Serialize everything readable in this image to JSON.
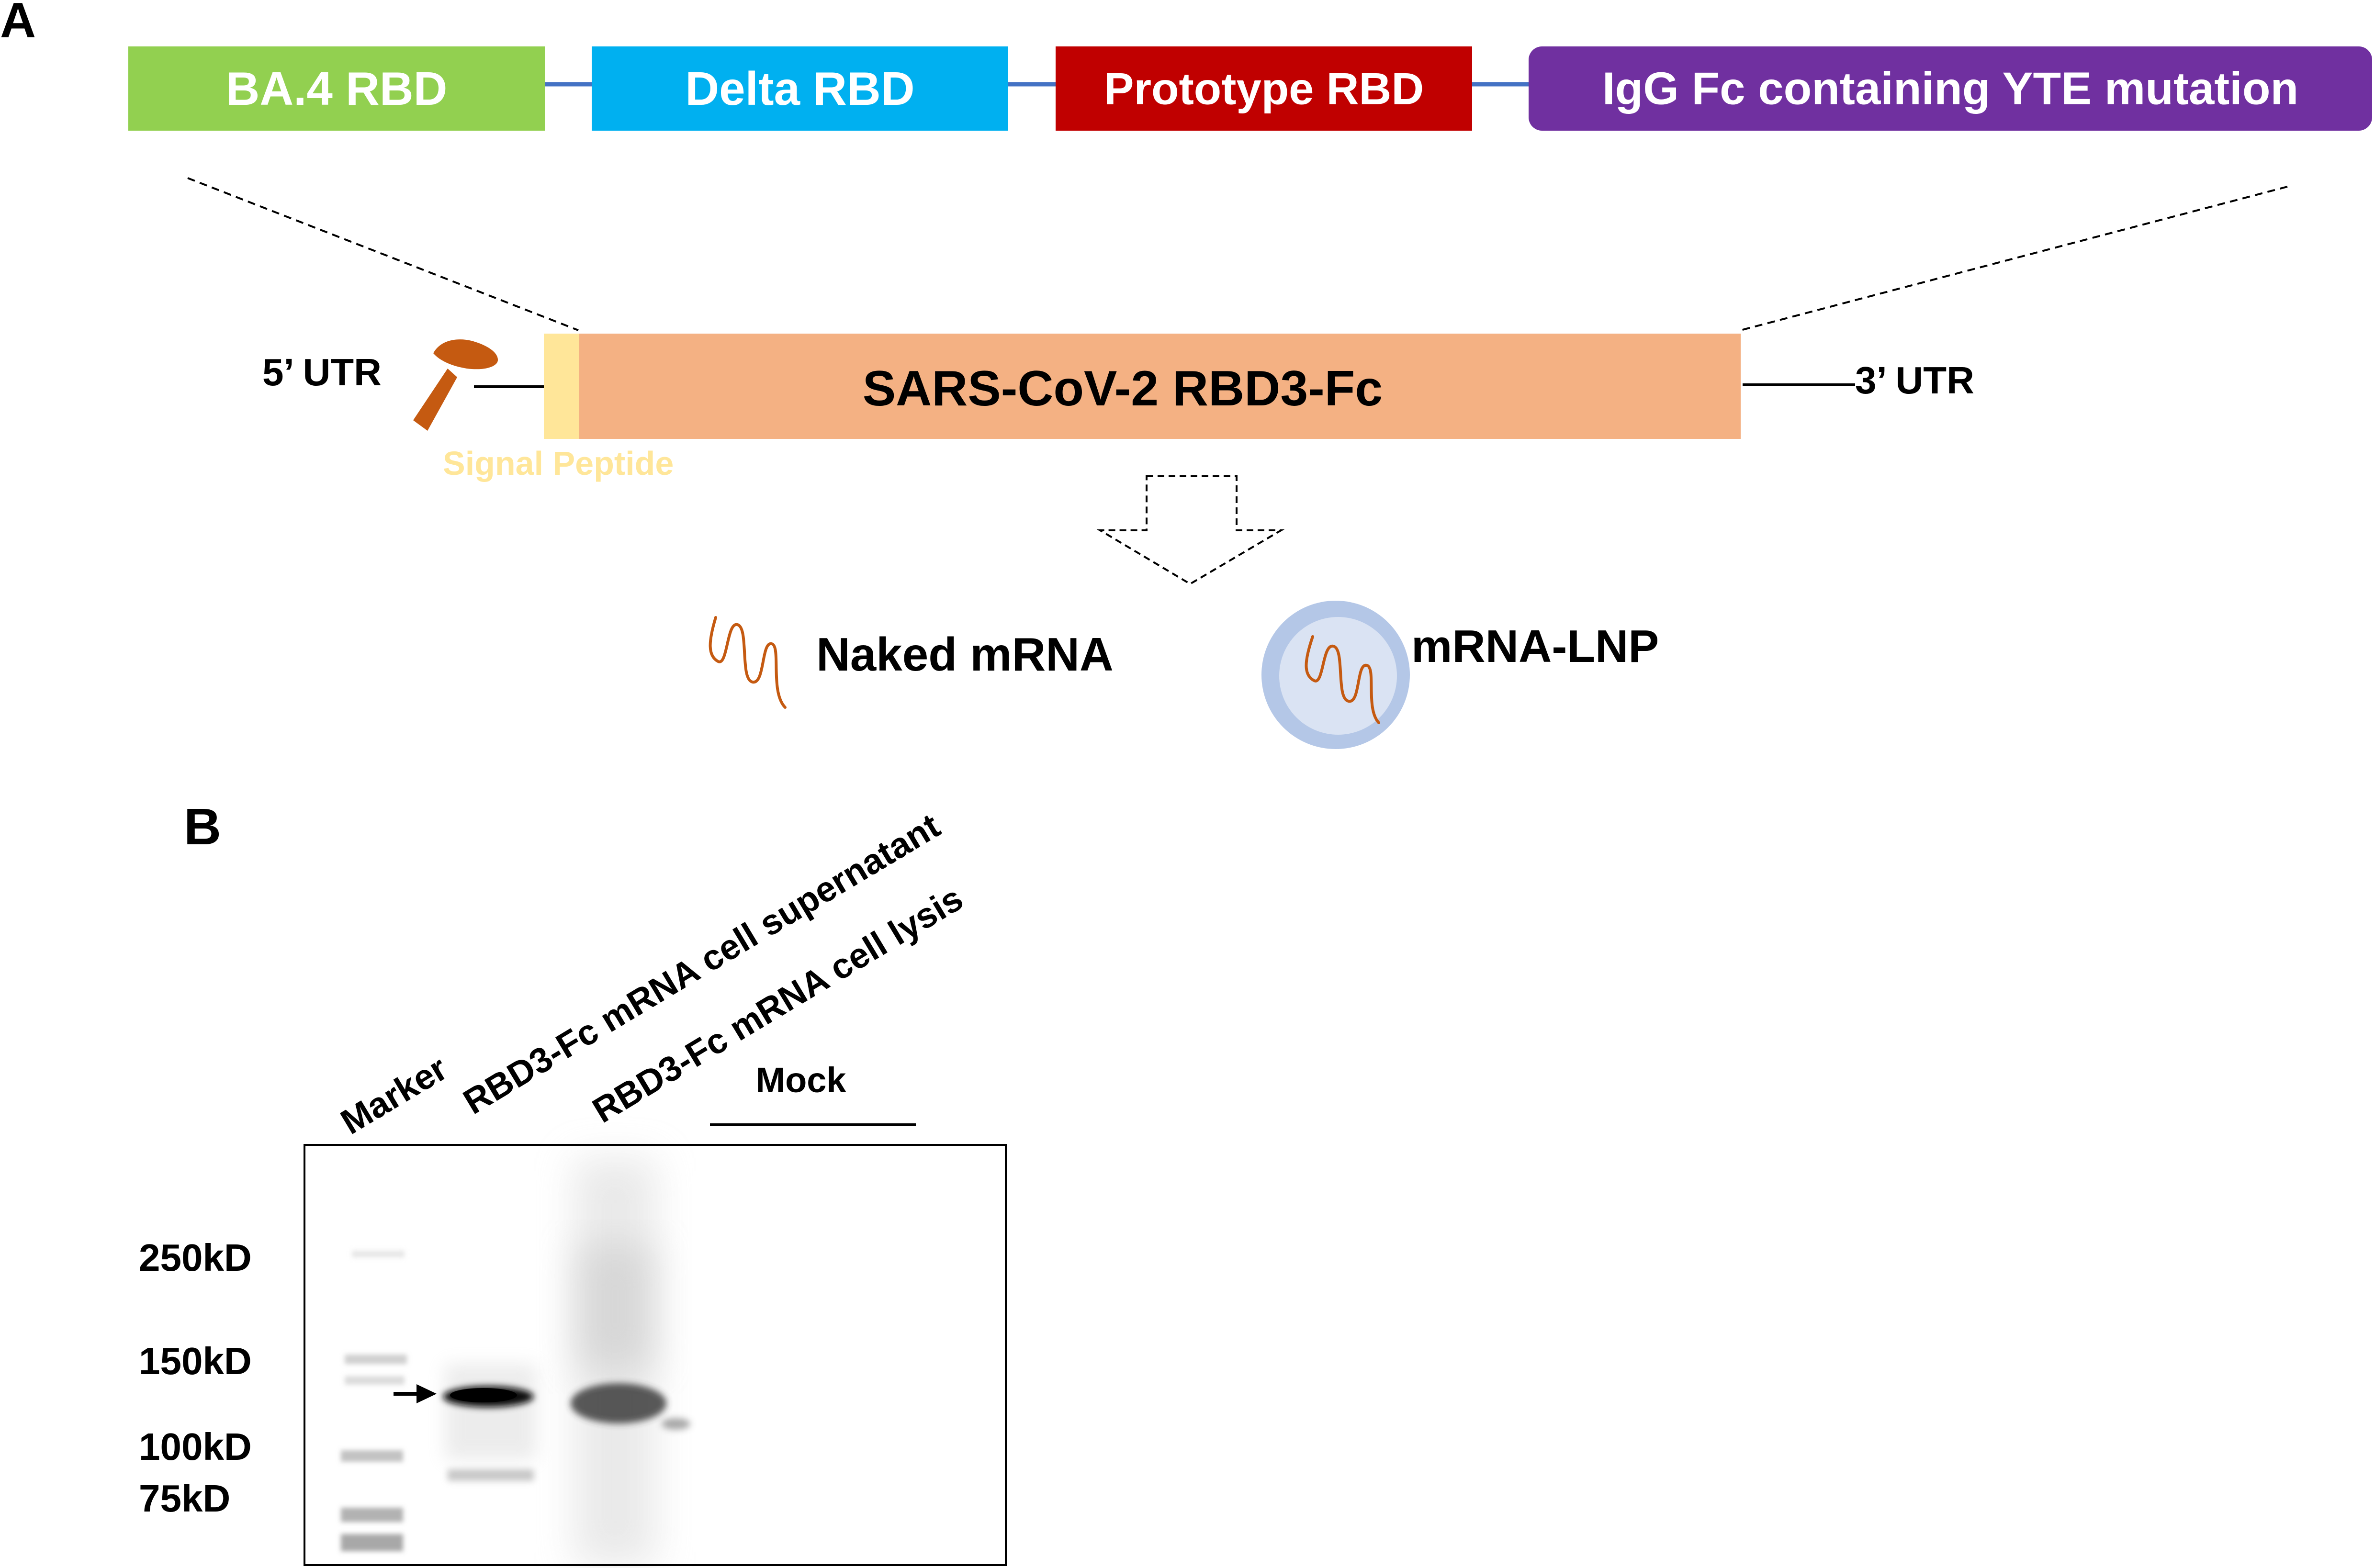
{
  "panel_a": {
    "label": "A",
    "domains": [
      {
        "label": "BA.4 RBD",
        "color": "#92d050"
      },
      {
        "label": "Delta RBD",
        "color": "#00b0f0"
      },
      {
        "label": "Prototype RBD",
        "color": "#c00000"
      },
      {
        "label": "IgG Fc containing YTE mutation",
        "color": "#7030a0"
      }
    ],
    "construct": {
      "utr5": "5’ UTR",
      "utr3": "3’ UTR",
      "main_label": "SARS-CoV-2 RBD3-Fc",
      "main_color": "#f4b183",
      "signal_label": "Signal Peptide",
      "signal_color": "#ffe699",
      "cap_color": "#c55a11"
    },
    "products": {
      "naked": "Naked mRNA",
      "lnp": "mRNA-LNP",
      "lnp_outer_color": "#b4c7e7",
      "lnp_inner_color": "#dae3f3",
      "mrna_color": "#c55a11"
    },
    "linker_color": "#4472c4"
  },
  "panel_b": {
    "label": "B",
    "lanes": [
      "Marker",
      "RBD3-Fc mRNA cell supernatant",
      "RBD3-Fc mRNA cell lysis",
      "Mock"
    ],
    "markers": [
      "250kD",
      "150kD",
      "100kD",
      "75kD"
    ]
  }
}
